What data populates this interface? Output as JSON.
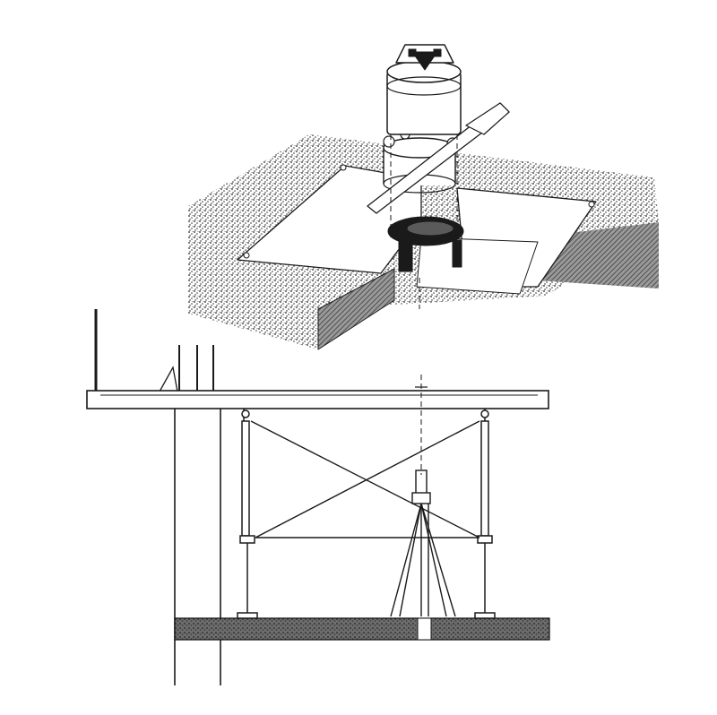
{
  "figure": {
    "description_visible_text": "",
    "colors": {
      "ink": "#1a1a1a",
      "concrete_fill": "#8a8a8a",
      "paper": "#ffffff",
      "hatch": "#555555"
    },
    "components": [
      "plumb-laser-instrument-icon",
      "template-plate",
      "floor-slab",
      "tripod-icon",
      "shoring-props",
      "cross-bracing"
    ]
  }
}
